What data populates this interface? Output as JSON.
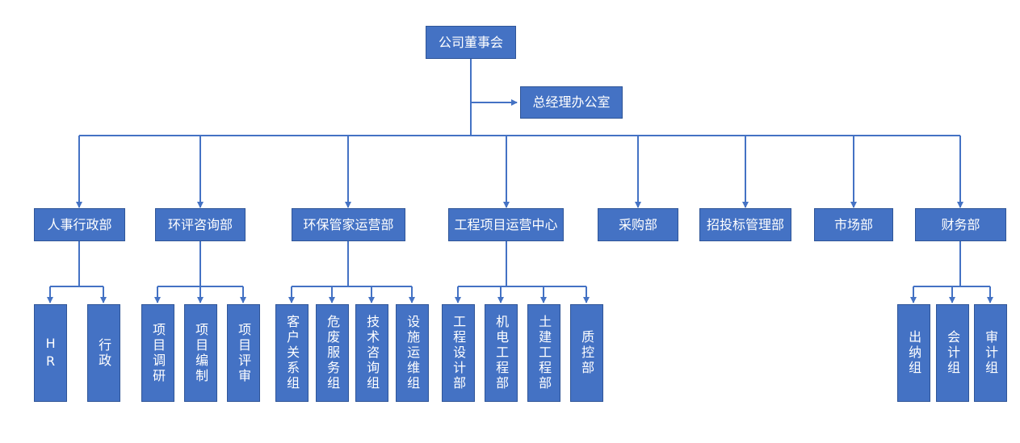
{
  "board": "公司董事会",
  "office": "总经理办公室",
  "departments": [
    {
      "name": "人事行政部",
      "teams": [
        "HR",
        "行政"
      ]
    },
    {
      "name": "环评咨询部",
      "teams": [
        "项目调研",
        "项目编制",
        "项目评审"
      ]
    },
    {
      "name": "环保管家运营部",
      "teams": [
        "客户关系组",
        "危废服务组",
        "技术咨询组",
        "设施运维组"
      ]
    },
    {
      "name": "工程项目运营中心",
      "teams": [
        "工程设计部",
        "机电工程部",
        "土建工程部",
        "质控部"
      ]
    },
    {
      "name": "采购部",
      "teams": []
    },
    {
      "name": "招投标管理部",
      "teams": []
    },
    {
      "name": "市场部",
      "teams": []
    },
    {
      "name": "财务部",
      "teams": [
        "出纳组",
        "会计组",
        "审计组"
      ]
    }
  ],
  "colors": {
    "box": "#4472c4",
    "border": "#2f5597",
    "line": "#4472c4",
    "text": "#ffffff"
  }
}
